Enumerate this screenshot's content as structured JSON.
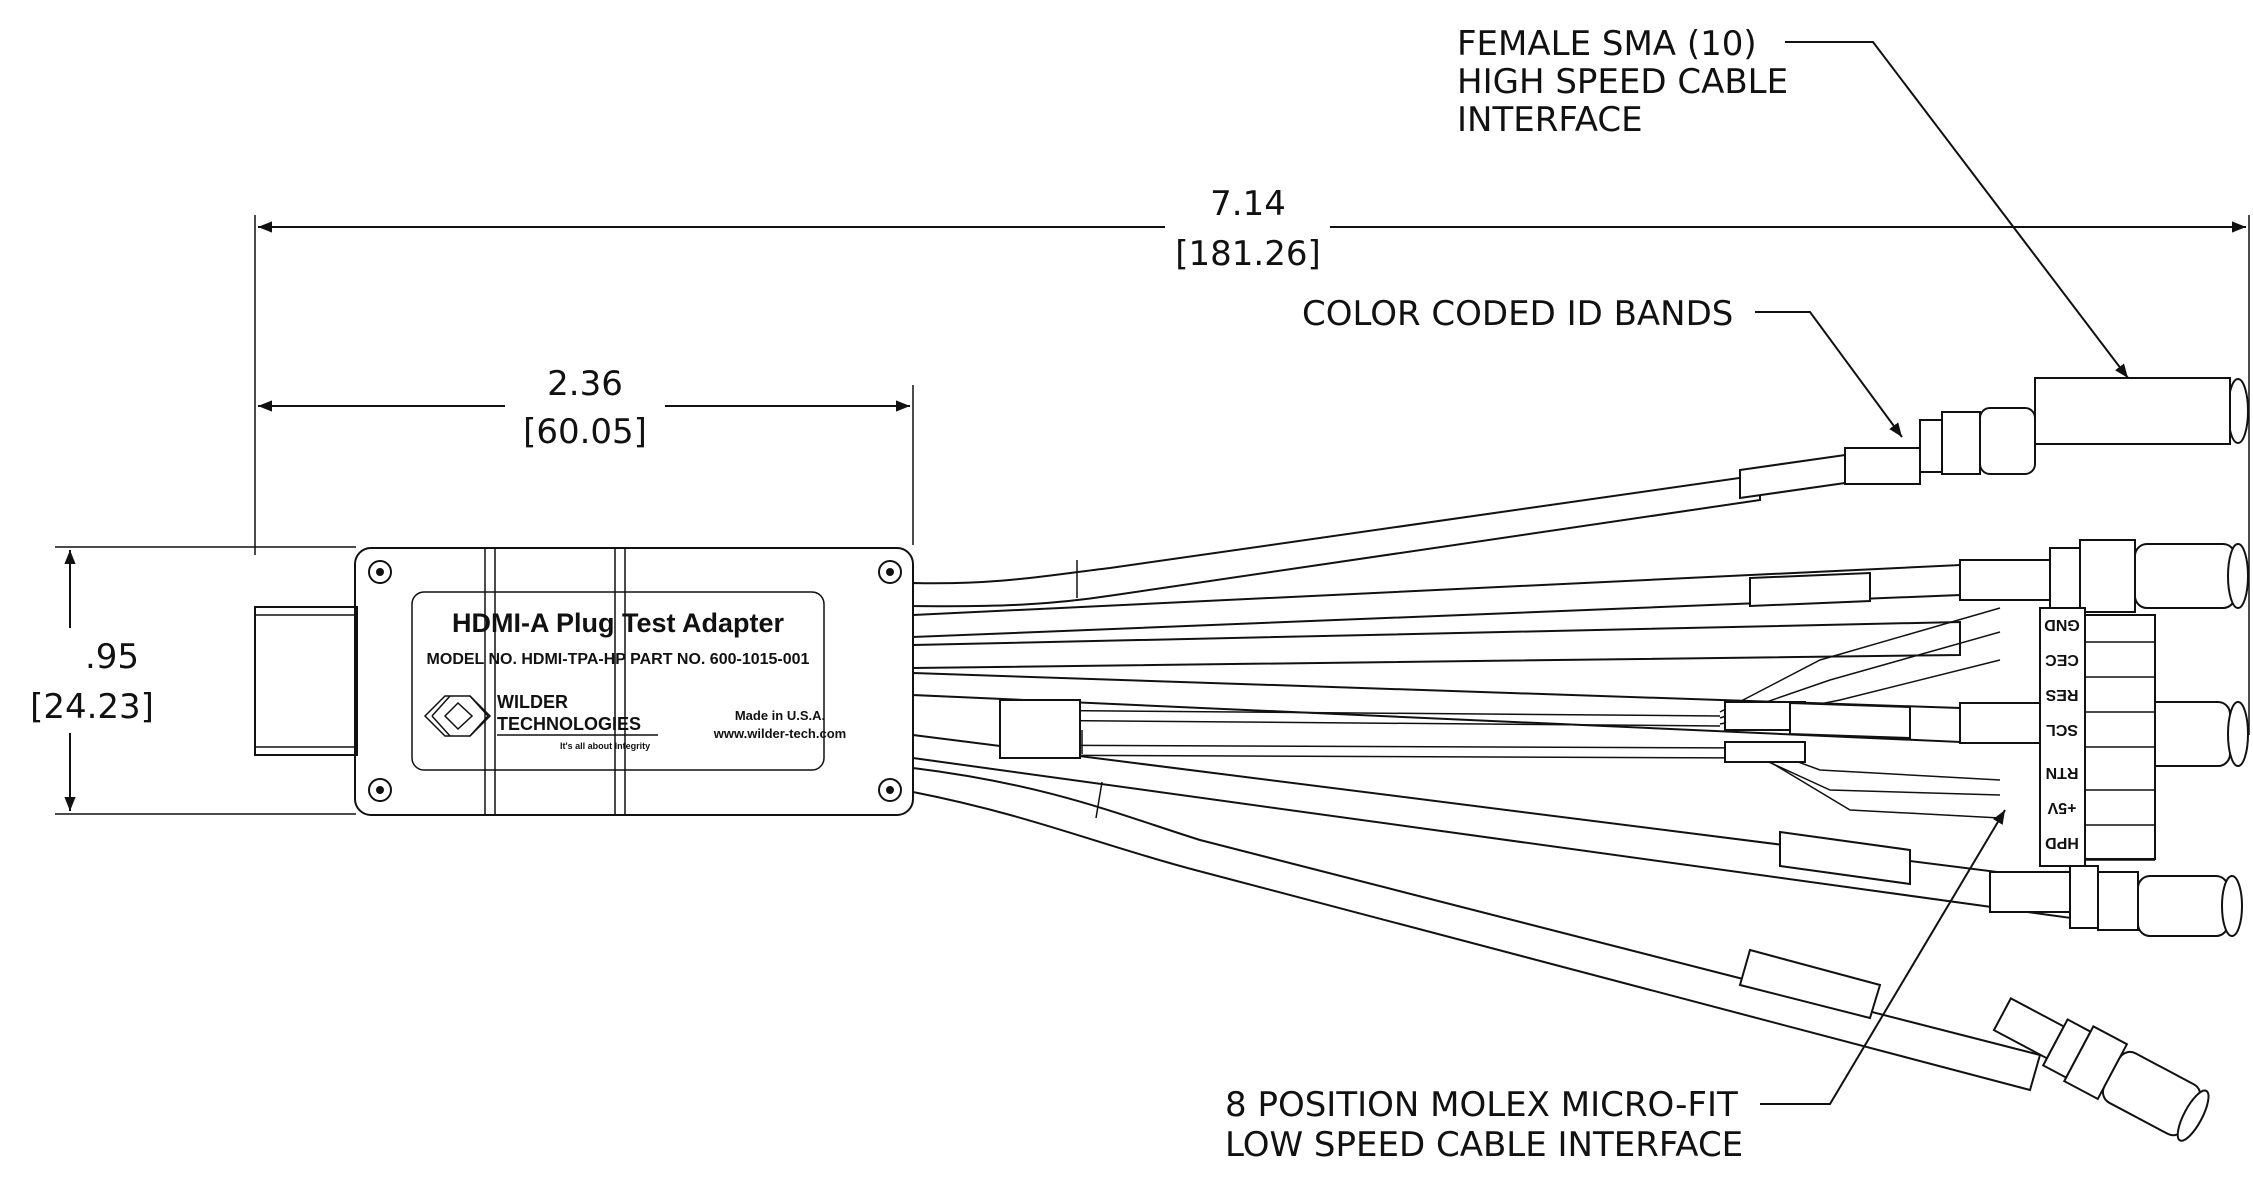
{
  "callouts": {
    "sma_line1": "FEMALE SMA (10)",
    "sma_line2": "HIGH SPEED CABLE",
    "sma_line3": "INTERFACE",
    "bands": "COLOR CODED ID BANDS",
    "molex_line1": "8 POSITION MOLEX MICRO-FIT",
    "molex_line2": "LOW SPEED CABLE INTERFACE"
  },
  "dimensions": {
    "overall_in": "7.14",
    "overall_mm": "[181.26]",
    "body_in": "2.36",
    "body_mm": "[60.05]",
    "height_in": ".95",
    "height_mm": "[24.23]"
  },
  "label": {
    "title": "HDMI-A Plug Test Adapter",
    "model_part": "MODEL NO. HDMI-TPA-HP   PART NO. 600-1015-001",
    "brand_line1": "WILDER",
    "brand_line2": "TECHNOLOGIES",
    "tagline": "It's all about Integrity",
    "made_in": "Made in U.S.A.",
    "website": "www.wilder-tech.com"
  },
  "molex_pins": [
    "GND",
    "CEC",
    "RES",
    "SCL",
    "RTN",
    "+5V",
    "HPD"
  ]
}
